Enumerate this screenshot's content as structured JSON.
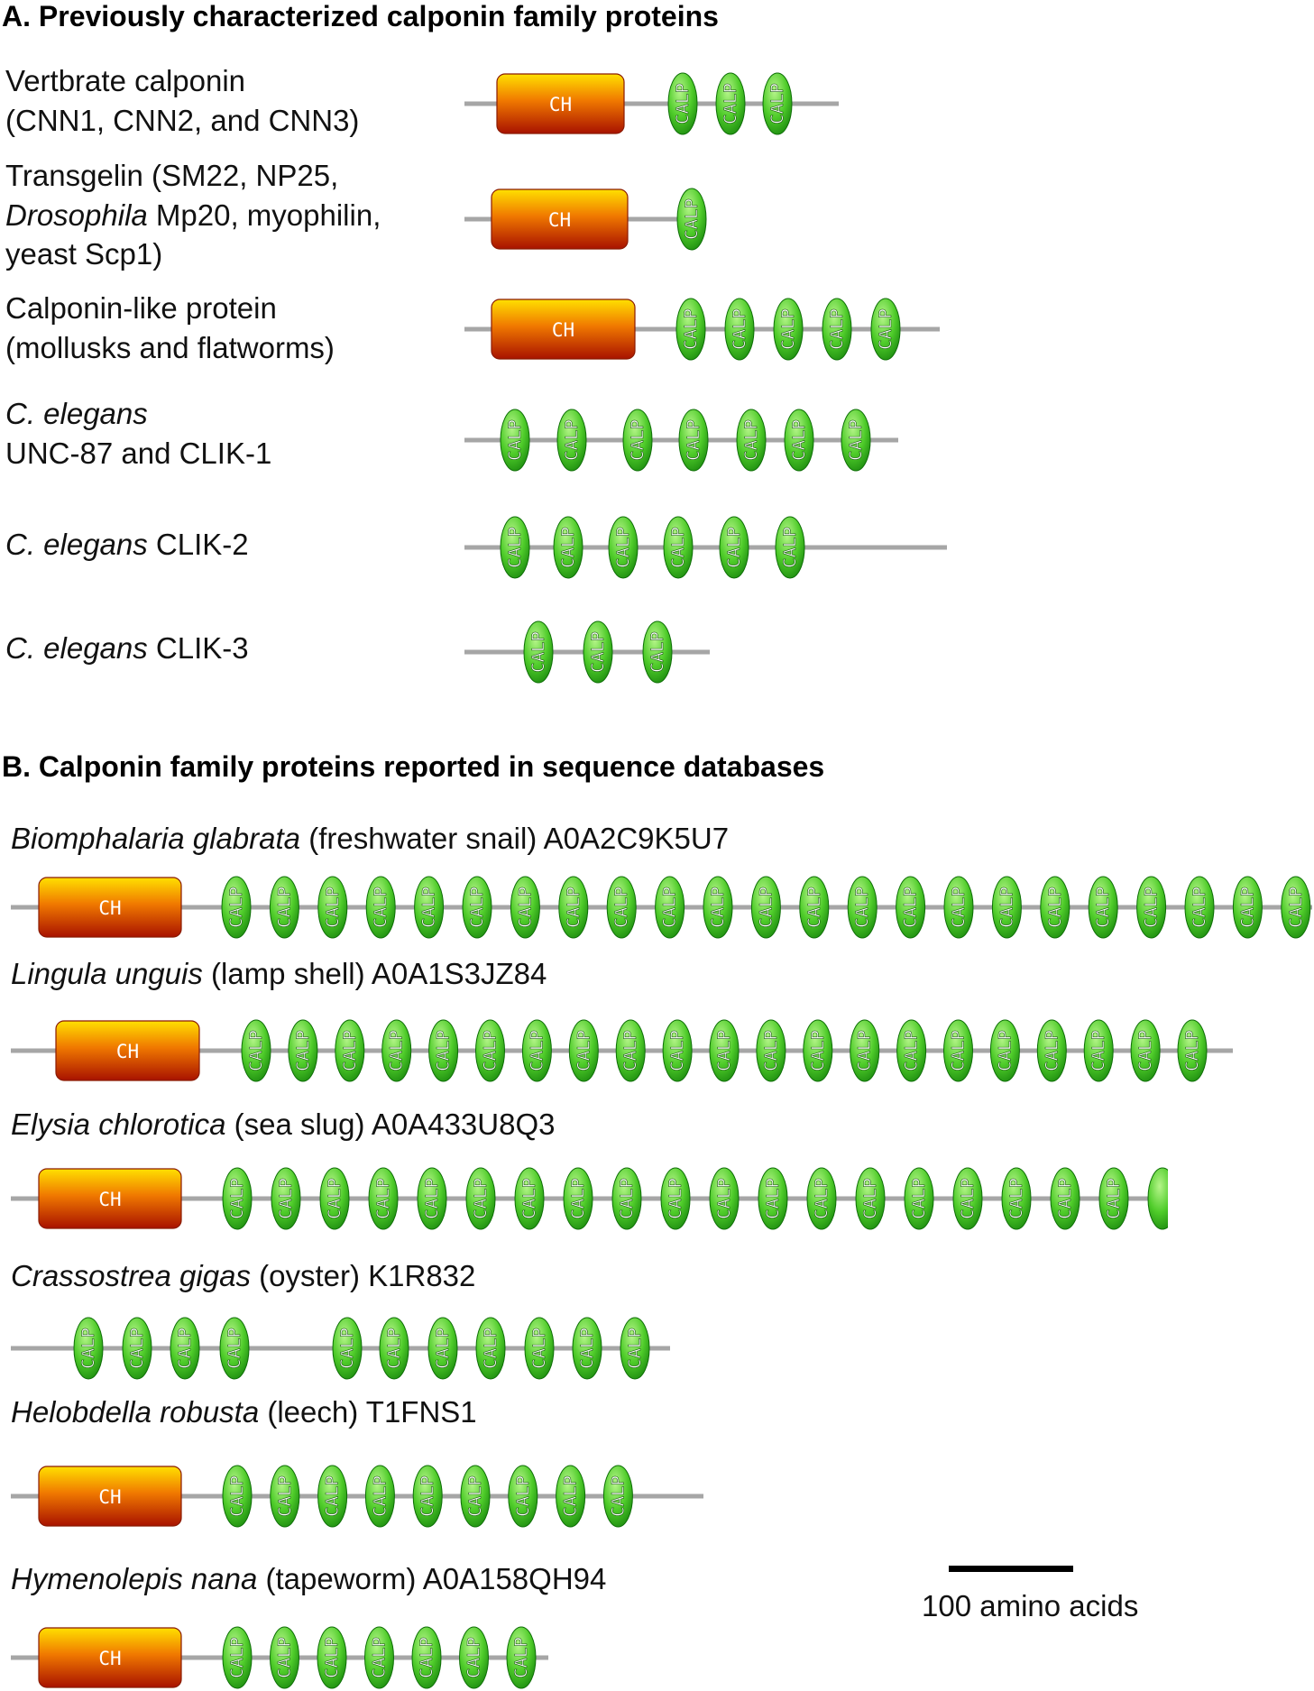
{
  "panel_a": {
    "title": "A. Previously characterized calponin family proteins",
    "rows": [
      {
        "label_lines": [
          [
            {
              "t": "Vertbrate calponin",
              "i": false
            }
          ],
          [
            {
              "t": "(CNN1, CNN2, and CNN3)",
              "i": false
            }
          ]
        ],
        "line": [
          515,
          930
        ],
        "ch": [
          551,
          692
        ],
        "calp": [
          757,
          810,
          862
        ]
      },
      {
        "label_lines": [
          [
            {
              "t": "Transgelin (SM22, NP25,",
              "i": false
            }
          ],
          [
            {
              "t": "Drosophila",
              "i": true
            },
            {
              "t": " Mp20, myophilin,",
              "i": false
            }
          ],
          [
            {
              "t": "yeast Scp1)",
              "i": false
            }
          ]
        ],
        "line": [
          515,
          780
        ],
        "ch": [
          545,
          696
        ],
        "calp": [
          767
        ]
      },
      {
        "label_lines": [
          [
            {
              "t": "Calponin-like protein",
              "i": false
            }
          ],
          [
            {
              "t": "(mollusks and flatworms)",
              "i": false
            }
          ]
        ],
        "line": [
          515,
          1042
        ],
        "ch": [
          545,
          704
        ],
        "calp": [
          766,
          820,
          874,
          928,
          982
        ]
      },
      {
        "label_lines": [
          [
            {
              "t": "C. elegans",
              "i": true
            }
          ],
          [
            {
              "t": "UNC-87 and CLIK-1",
              "i": false
            }
          ]
        ],
        "line": [
          515,
          996
        ],
        "ch": null,
        "calp": [
          571,
          634,
          707,
          769,
          833,
          886,
          949
        ]
      },
      {
        "label_lines": [
          [
            {
              "t": "C. elegans",
              "i": true
            },
            {
              "t": " CLIK-2",
              "i": false
            }
          ]
        ],
        "line": [
          515,
          1050
        ],
        "ch": null,
        "calp": [
          571,
          630,
          691,
          752,
          814,
          876
        ]
      },
      {
        "label_lines": [
          [
            {
              "t": "C. elegans",
              "i": true
            },
            {
              "t": " CLIK-3",
              "i": false
            }
          ]
        ],
        "line": [
          515,
          787
        ],
        "ch": null,
        "calp": [
          597,
          663,
          729
        ]
      }
    ]
  },
  "panel_b": {
    "title": "B. Calponin family proteins reported in sequence databases",
    "rows": [
      {
        "label": [
          {
            "t": "Biomphalaria glabrata",
            "i": true
          },
          {
            "t": " (freshwater snail) A0A2C9K5U7",
            "i": false
          }
        ],
        "line": [
          12,
          1455
        ],
        "ch": [
          43,
          201
        ],
        "calp_start": 262,
        "calp_step": 53.4,
        "calp_count": 23,
        "calp_partial_last": false
      },
      {
        "label": [
          {
            "t": "Lingula unguis",
            "i": true
          },
          {
            "t": " (lamp shell) A0A1S3JZ84",
            "i": false
          }
        ],
        "line": [
          12,
          1367
        ],
        "ch": [
          62,
          221
        ],
        "calp_start": 284,
        "calp_step": 51.9,
        "calp_count": 21,
        "calp_partial_last": false
      },
      {
        "label": [
          {
            "t": "Elysia chlorotica",
            "i": true
          },
          {
            "t": " (sea slug) A0A433U8Q3",
            "i": false
          }
        ],
        "line": [
          12,
          1290
        ],
        "ch": [
          43,
          201
        ],
        "calp_start": 263,
        "calp_step": 54.0,
        "calp_count": 20,
        "calp_partial_last": true
      },
      {
        "label": [
          {
            "t": "Crassostrea gigas",
            "i": true
          },
          {
            "t": " (oyster) K1R832",
            "i": false
          }
        ],
        "line": [
          12,
          743
        ],
        "ch": null,
        "calp_list": [
          98,
          152,
          205,
          260,
          385,
          437,
          491,
          544,
          598,
          651,
          704
        ]
      },
      {
        "label": [
          {
            "t": "Helobdella robusta",
            "i": true
          },
          {
            "t": " (leech) T1FNS1",
            "i": false
          }
        ],
        "line": [
          12,
          780
        ],
        "ch": [
          43,
          201
        ],
        "calp_start": 263,
        "calp_step": 52.8,
        "calp_count": 9,
        "calp_partial_last": false
      },
      {
        "label": [
          {
            "t": "Hymenolepis nana",
            "i": true
          },
          {
            "t": " (tapeworm) A0A158QH94",
            "i": false
          }
        ],
        "line": [
          12,
          608
        ],
        "ch": [
          43,
          201
        ],
        "calp_start": 263,
        "calp_step": 52.5,
        "calp_count": 7,
        "calp_partial_last": false
      }
    ]
  },
  "domain_labels": {
    "ch": "CH",
    "calp": "CALP"
  },
  "scale": {
    "label": "100 amino acids"
  },
  "colors": {
    "ch_top": "#ffd000",
    "ch_bottom": "#b01000",
    "calp_light": "#a6f07a",
    "calp_dark": "#138a0a",
    "backbone": "#a6a6a6"
  }
}
